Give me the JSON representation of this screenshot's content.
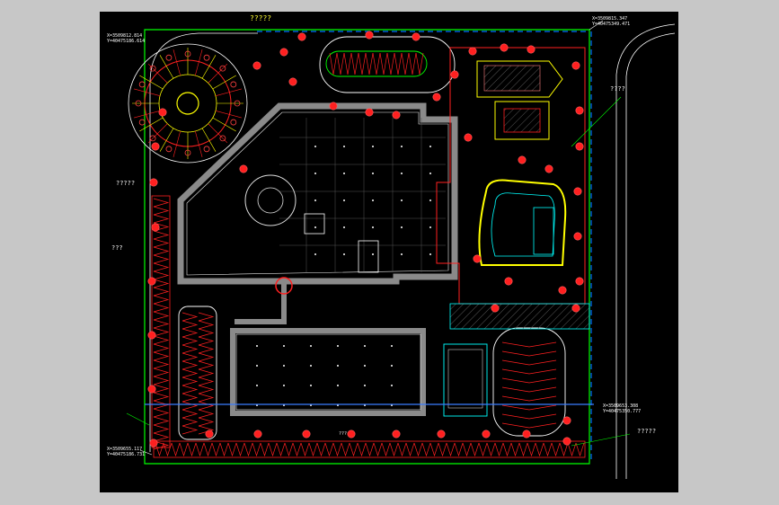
{
  "drawing": {
    "title": "?????",
    "labels": [
      {
        "id": "label-right-top",
        "text": "????"
      },
      {
        "id": "label-left-1",
        "text": "?????"
      },
      {
        "id": "label-left-2",
        "text": "???"
      },
      {
        "id": "label-right-bottom",
        "text": "?????"
      },
      {
        "id": "label-bottom-mid",
        "text": "???"
      }
    ],
    "coordinates": [
      {
        "id": "coord-top-left",
        "text": "X=3509812.814\nY=40475186.614"
      },
      {
        "id": "coord-top-right",
        "text": "X=3509815.347\nY=40475349.471"
      },
      {
        "id": "coord-bottom-left",
        "text": "X=3509655.117\nY=40475186.731"
      },
      {
        "id": "coord-bottom-right",
        "text": "X=3509653.308\nY=40475350.777"
      }
    ],
    "colors": {
      "background": "#000000",
      "frame": "#c7c7c7",
      "boundary": "#00ff00",
      "road": "#ffffff",
      "parking": "#ff2020",
      "building_fill": "#808080",
      "water": "#00ffff",
      "accent": "#ffff00",
      "dashed_edge": "#0070ff"
    }
  }
}
